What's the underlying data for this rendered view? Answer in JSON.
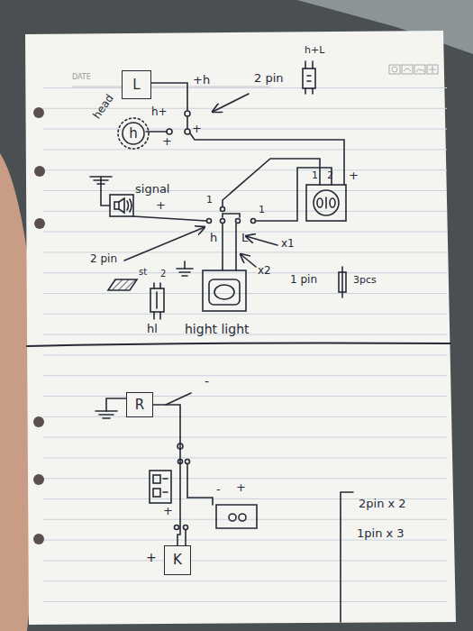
{
  "diagram": {
    "nodes": [
      {
        "text": [
          "L"
        ]
      },
      {
        "text": [
          "h"
        ]
      },
      {
        "text": [
          "R"
        ]
      },
      {
        "text": [
          "K"
        ]
      }
    ],
    "edges": [
      {
        "from": 2,
        "to": 3,
        "arrow": "none"
      }
    ],
    "labels": [
      "DATE",
      "+h",
      "2 pin",
      "h+L",
      "head",
      "h+",
      "+",
      "+",
      "signal",
      "+",
      "1",
      "2",
      "+",
      "1",
      "1",
      "h",
      "L",
      "x1",
      "x2",
      "2 pin",
      "1 pin",
      "3pcs",
      "st",
      "2",
      "hl",
      "hight light",
      "-",
      "-",
      "+",
      "+",
      "+",
      "2pin x 2",
      "1pin x 3"
    ]
  }
}
